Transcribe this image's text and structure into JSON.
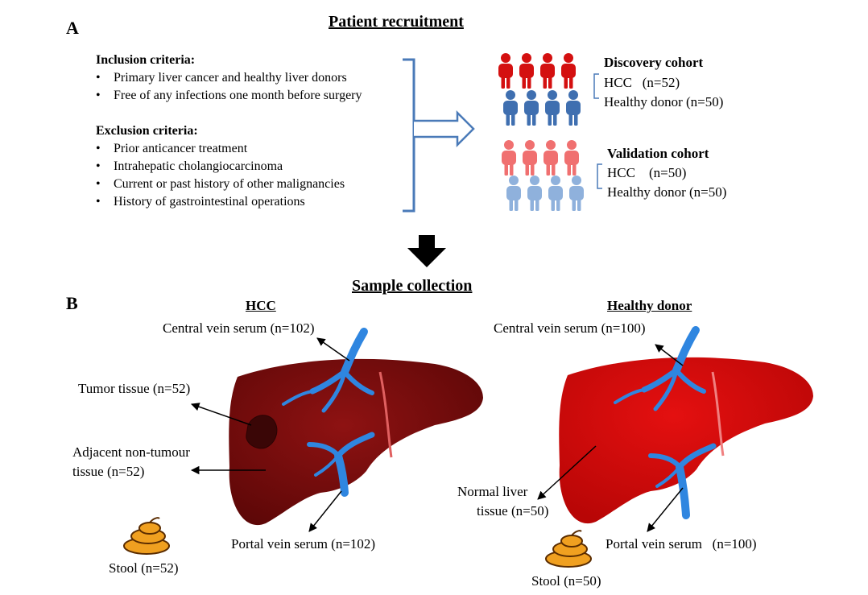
{
  "panel_a": "A",
  "panel_b": "B",
  "recruitment": {
    "title": "Patient recruitment",
    "inclusion_title": "Inclusion criteria:",
    "inclusion": [
      "Primary liver cancer and healthy liver donors",
      "Free of any infections one month before surgery"
    ],
    "exclusion_title": "Exclusion criteria:",
    "exclusion": [
      "Prior anticancer treatment",
      "Intrahepatic cholangiocarcinoma",
      "Current or past history of other malignancies",
      "History of gastrointestinal operations"
    ]
  },
  "discovery": {
    "title": "Discovery cohort",
    "hcc": "HCC   (n=52)",
    "healthy": "Healthy donor (n=50)"
  },
  "validation": {
    "title": "Validation cohort",
    "hcc": "HCC    (n=50)",
    "healthy": "Healthy donor (n=50)"
  },
  "collection": {
    "title": "Sample collection",
    "hcc_title": "HCC",
    "healthy_title": "Healthy donor",
    "hcc_labels": {
      "central": "Central vein serum (n=102)",
      "tumor": "Tumor tissue (n=52)",
      "adjacent_1": "Adjacent non-tumour",
      "adjacent_2": "tissue (n=52)",
      "portal": "Portal vein serum (n=102)",
      "stool": "Stool (n=52)"
    },
    "healthy_labels": {
      "central": "Central vein serum (n=100)",
      "normal_1": "Normal liver",
      "normal_2": "tissue (n=50)",
      "portal": "Portal vein serum   (n=100)",
      "stool": "Stool (n=50)"
    }
  },
  "colors": {
    "bracket": "#4a7ab8",
    "discovery_hcc": "#d41010",
    "discovery_healthy": "#3f6fb0",
    "validation_hcc": "#f07070",
    "validation_healthy": "#8fb1dc",
    "liver_hcc": "#7a0a0a",
    "liver_healthy": "#d00808",
    "vein": "#2f86e0",
    "stool": "#f0a020"
  },
  "icons": {
    "person": "person-icon",
    "arrow": "arrow-right-icon",
    "down": "down-arrow-icon",
    "liver": "liver-icon",
    "stool": "stool-icon"
  }
}
